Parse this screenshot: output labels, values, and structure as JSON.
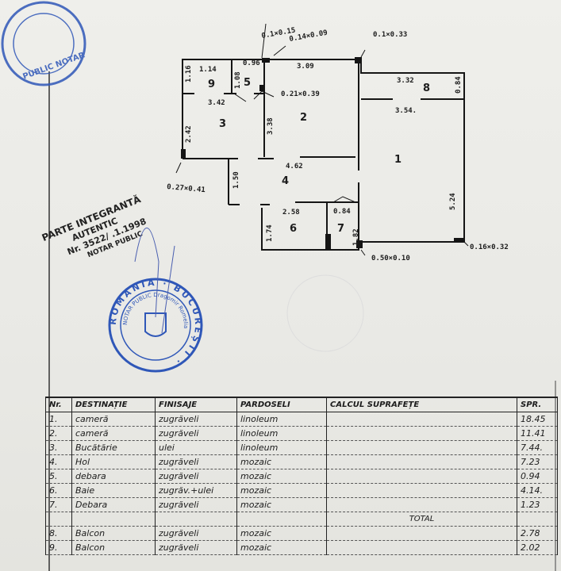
{
  "stamps": {
    "top_left_seal": "PUBLIC  NOTAR",
    "rect_stamp": {
      "line1": "PARTE INTEGRANTĂ",
      "line2": "AUTENTIC",
      "line3": "Nr. 3522/ .1.1998",
      "line4": "NOTAR PUBLIC"
    },
    "round_seal": {
      "outer": "ROMANIA · BUCUREȘTI ·",
      "inner": "NOTAR PUBLIC Dragomir Romelia"
    },
    "ink_color": "#2f57b8"
  },
  "plan": {
    "rooms": [
      "1",
      "2",
      "3",
      "4",
      "5",
      "6",
      "7",
      "8",
      "9"
    ],
    "dims": {
      "d1": "0.1×0.15",
      "d2": "0.14×0.09",
      "d3": "0.1×0.33",
      "d4": "1.14",
      "d5": "0.96",
      "d6": "3.09",
      "d7": "1.16",
      "d8": "1.08",
      "d9": "0.21×0.39",
      "d10": "3.32",
      "d11": "0.84",
      "d12": "3.42",
      "d13": "3.54.",
      "d14": "2.42",
      "d15": "3.38",
      "d16": "4.62",
      "d17": "0.27×0.41",
      "d18": "1.50",
      "d19": "2.58",
      "d20": "0.84",
      "d21": "1.74",
      "d22": "1.82",
      "d23": "5.24",
      "d24": "0.50×0.10",
      "d25": "0.16×0.32"
    }
  },
  "table": {
    "headers": [
      "Nr.",
      "DESTINAȚIE",
      "FINISAJE",
      "PARDOSELI",
      "CALCUL SUPRAFEȚE",
      "SPR."
    ],
    "rows": [
      [
        "1.",
        "cameră",
        "zugrăveli",
        "linoleum",
        "",
        "18.45"
      ],
      [
        "2.",
        "cameră",
        "zugrăveli",
        "linoleum",
        "",
        "11.41"
      ],
      [
        "3.",
        "Bucătărie",
        "ulei",
        "linoleum",
        "",
        "7.44."
      ],
      [
        "4.",
        "Hol",
        "zugrăveli",
        "mozaic",
        "",
        "7.23"
      ],
      [
        "5.",
        "debara",
        "zugrăveli",
        "mozaic",
        "",
        "0.94"
      ],
      [
        "6.",
        "Baie",
        "zugrăv.+ulei",
        "mozaic",
        "",
        "4.14."
      ],
      [
        "7.",
        "Debara",
        "zugrăveli",
        "mozaic",
        "",
        "1.23"
      ]
    ],
    "total_label": "TOTAL",
    "balcony_rows": [
      [
        "8.",
        "Balcon",
        "zugrăveli",
        "mozaic",
        "",
        "2.78"
      ],
      [
        "9.",
        "Balcon",
        "zugrăveli",
        "mozaic",
        "",
        "2.02"
      ]
    ]
  }
}
